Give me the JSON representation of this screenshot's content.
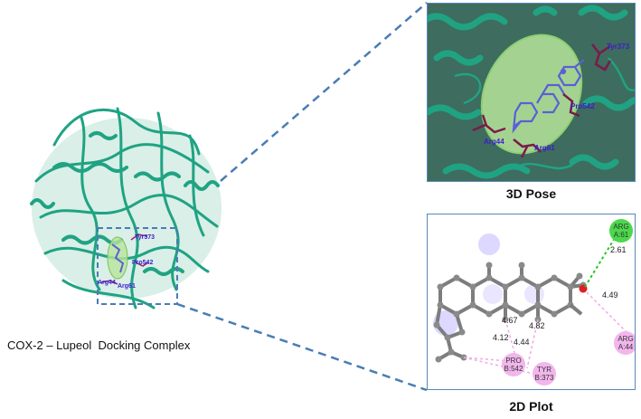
{
  "complex_title": "COX-2 – Lupeol  Docking Complex",
  "inset_labels": [
    "Tyr373",
    "Pro542",
    "Arg44",
    "Arg61"
  ],
  "pose3d": {
    "caption": "3D Pose",
    "residues": [
      "Tyr373",
      "Pro542",
      "Arg44",
      "Arg61"
    ]
  },
  "plot2d": {
    "caption": "2D Plot",
    "residues": [
      {
        "name": "ARG",
        "chain": "A:61",
        "type": "hydrogen-bond",
        "color": "#4bd84b"
      },
      {
        "name": "ARG",
        "chain": "A:44",
        "type": "alkyl",
        "color": "#f2b6ec"
      },
      {
        "name": "PRO",
        "chain": "B:542",
        "type": "alkyl",
        "color": "#f2b6ec"
      },
      {
        "name": "TYR",
        "chain": "B:373",
        "type": "alkyl",
        "color": "#f2b6ec"
      }
    ],
    "distances": [
      "2.61",
      "4.49",
      "4.67",
      "4.82",
      "4.12",
      "4.44"
    ]
  },
  "colors": {
    "protein": "#1fa383",
    "connector": "#4a7cb5",
    "residue_sticks": "#7b1a4a",
    "ligand": "#5b5fd6",
    "surface": "#b6e59a",
    "label_text": "#3a1fd0"
  }
}
